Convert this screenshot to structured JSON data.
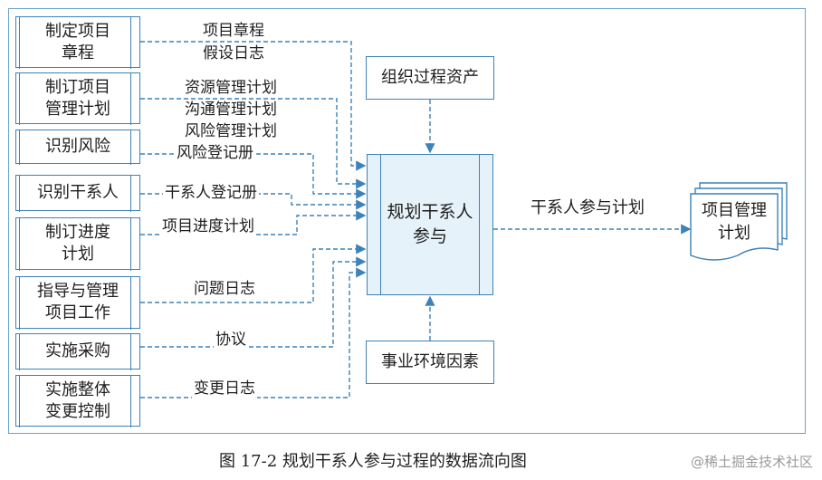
{
  "inputs": [
    {
      "label_lines": [
        "制定项目",
        "章程"
      ]
    },
    {
      "label_lines": [
        "制订项目",
        "管理计划"
      ]
    },
    {
      "label_lines": [
        "识别风险"
      ]
    },
    {
      "label_lines": [
        "识别干系人"
      ]
    },
    {
      "label_lines": [
        "制订进度",
        "计划"
      ]
    },
    {
      "label_lines": [
        "指导与管理",
        "项目工作"
      ]
    },
    {
      "label_lines": [
        "实施采购"
      ]
    },
    {
      "label_lines": [
        "实施整体",
        "变更控制"
      ]
    }
  ],
  "flow_labels": {
    "charter": "项目章程",
    "assumption_log": "假设日志",
    "resource_plan": "资源管理计划",
    "comm_plan": "沟通管理计划",
    "risk_plan": "风险管理计划",
    "risk_register": "风险登记册",
    "stakeholder_register": "干系人登记册",
    "schedule_plan": "项目进度计划",
    "issue_log": "问题日志",
    "agreements": "协议",
    "change_log": "变更日志",
    "output": "干系人参与计划"
  },
  "top_box": "组织过程资产",
  "bottom_box": "事业环境因素",
  "process_lines": [
    "规划干系人",
    "参与"
  ],
  "output_doc_lines": [
    "项目管理",
    "计划"
  ],
  "caption": "图 17-2    规划干系人参与过程的数据流向图",
  "watermark": "@稀土掘金技术社区",
  "colors": {
    "line": "#3d82b8",
    "process_fill": "#e6f2fa"
  }
}
